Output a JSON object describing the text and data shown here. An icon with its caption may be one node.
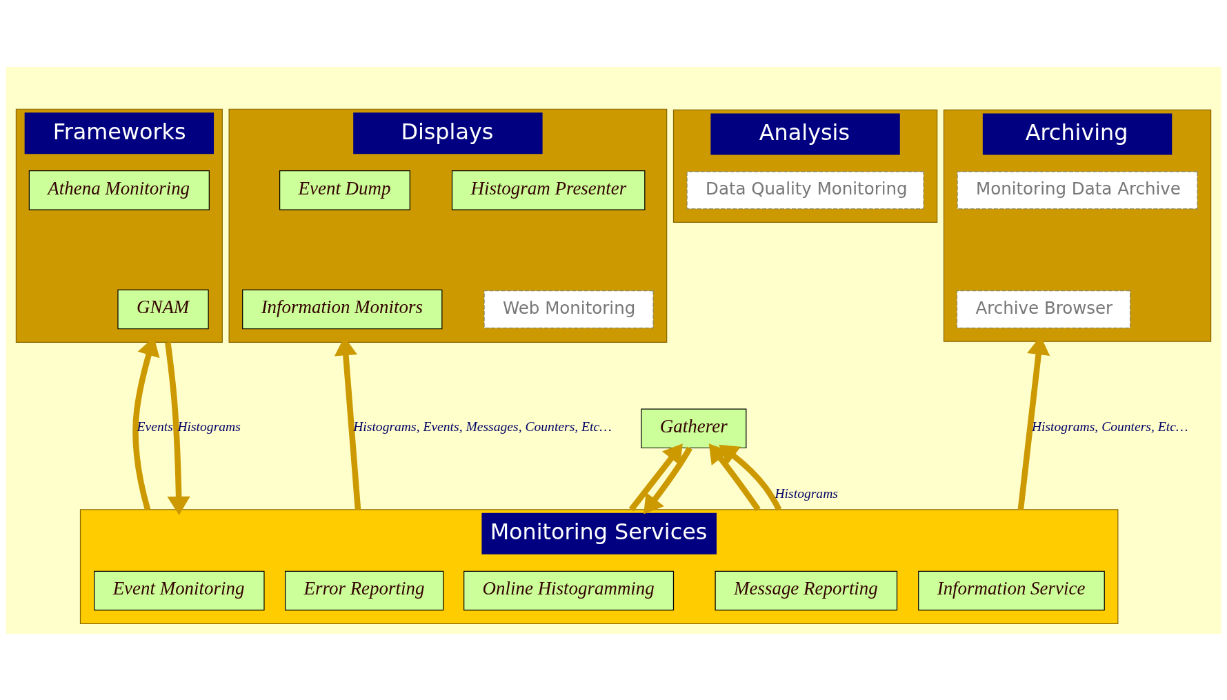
{
  "diagram": {
    "nodes": [
      {
        "text": [
          "Displays"
        ]
      },
      {
        "text": [
          "Event Dump"
        ],
        "in": 0
      },
      {
        "text": [
          "Histogram Presenter"
        ],
        "in": 0
      },
      {
        "text": [
          "Information Monitors"
        ],
        "in": 0
      },
      {
        "text": [
          "Web Monitoring"
        ],
        "in": 0
      },
      {
        "text": [
          "Analysis"
        ]
      },
      {
        "text": [
          "Data Quality Monitoring"
        ],
        "in": 5
      },
      {
        "text": [
          "Frameworks"
        ]
      },
      {
        "text": [
          "Athena Monitoring"
        ],
        "in": 7
      },
      {
        "text": [
          "GNAM"
        ],
        "in": 7
      },
      {
        "text": [
          "Archiving"
        ]
      },
      {
        "text": [
          "Monitoring Data Archive"
        ],
        "in": 10
      },
      {
        "text": [
          "Archive Browser"
        ],
        "in": 10
      },
      {
        "text": [
          "Gatherer"
        ]
      },
      {
        "text": [
          "Monitoring Services"
        ]
      },
      {
        "text": [
          "Error Reporting"
        ],
        "in": 14
      },
      {
        "text": [
          "Message Reporting"
        ],
        "in": 14
      },
      {
        "text": [
          "Online Histogramming"
        ],
        "in": 14
      },
      {
        "text": [
          "Event Monitoring"
        ],
        "in": 14
      },
      {
        "text": [
          "Information Service"
        ],
        "in": 14
      }
    ],
    "edges": [
      {
        "from": 14,
        "to": 0,
        "arrow": "to",
        "label": "Histograms, Events, Messages, Counters, Etc…"
      },
      {
        "from": 14,
        "to": 13,
        "arrow": "to"
      },
      {
        "from": 14,
        "to": 13,
        "arrow": "to",
        "label": "Histograms"
      },
      {
        "from": 14,
        "to": 13,
        "arrow": "to"
      },
      {
        "from": 13,
        "to": 14,
        "arrow": "to"
      },
      {
        "from": 14,
        "to": 7,
        "arrow": "to",
        "label": "Events"
      },
      {
        "from": 7,
        "to": 14,
        "arrow": "to",
        "label": "Histograms"
      },
      {
        "from": 14,
        "to": 10,
        "arrow": "to",
        "label": "Histograms, Counters, Etc…"
      }
    ]
  }
}
